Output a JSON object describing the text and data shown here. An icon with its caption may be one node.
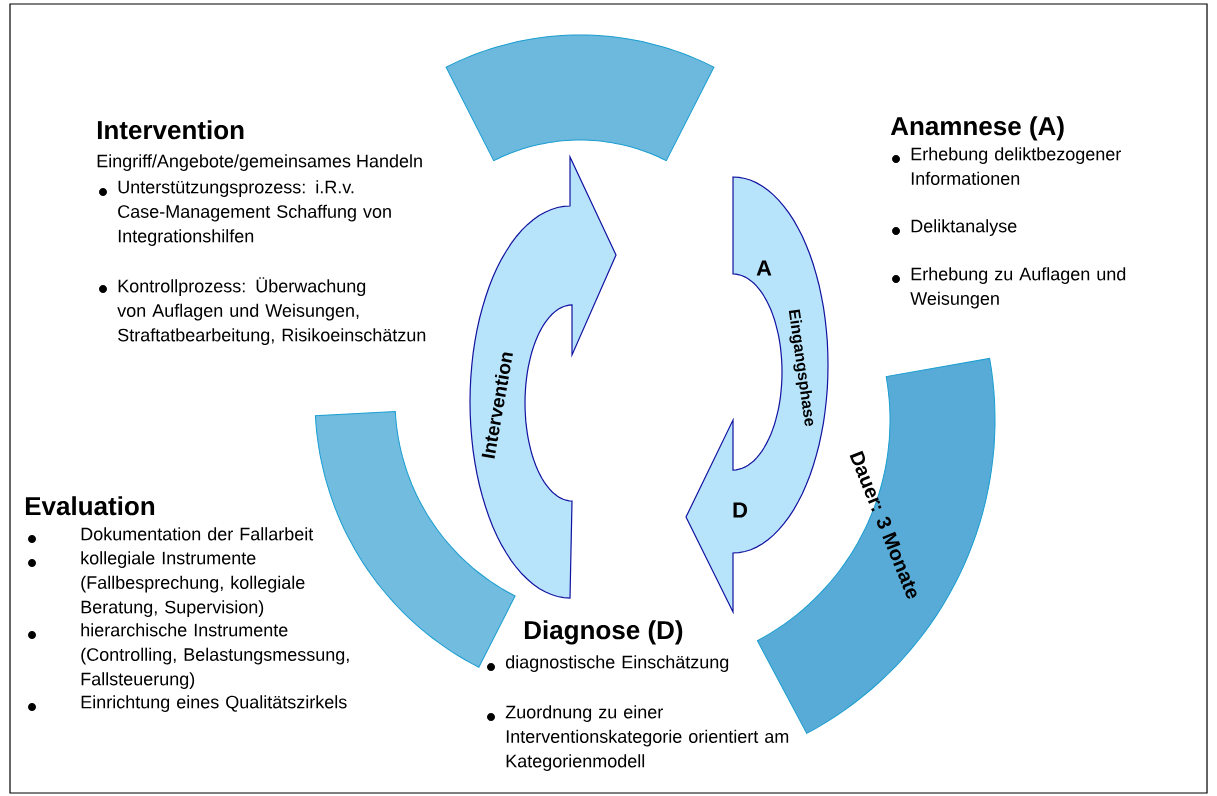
{
  "diagram": {
    "nodes": [
      {
        "text": [],
        "shape": "band"
      },
      {
        "text": [],
        "shape": "band"
      },
      {
        "text": [
          "Dauer: 3 Monate"
        ]
      }
    ],
    "edges": [
      {
        "from": 1,
        "to": 0,
        "arrow": "to",
        "label": "Intervention"
      },
      {
        "from": 0,
        "to": 2,
        "arrow": "to",
        "label": "Eingangsphase"
      }
    ],
    "labels": [
      "Intervention",
      "Eingriff/Angebote/gemeinsames Handeln",
      "Unterstützungsprozess: i.R.v. Case-Management Schaffung von Integrationshilfen",
      "Kontrollprozess: Überwachung von Auflagen und Weisungen, Straftatbearbeitung, Risikoeinschätzun",
      "Anamnese (A)",
      "Erhebung deliktbezogener Informationen",
      "Deliktanalyse",
      "Erhebung zu Auflagen und Weisungen",
      "A",
      "Evaluation",
      "Dokumentation der Fallarbeit",
      "kollegiale Instrumente (Fallbesprechung, kollegiale Beratung, Supervision)",
      "hierarchische Instrumente (Controlling, Belastungsmessung, Fallsteuerung)",
      "Einrichtung eines Qualitätszirkels",
      "D",
      "Diagnose (D)",
      "diagnostische Einschätzung",
      "Zuordnung zu einer Interventionskategorie orientiert am Kategorienmodell"
    ]
  }
}
